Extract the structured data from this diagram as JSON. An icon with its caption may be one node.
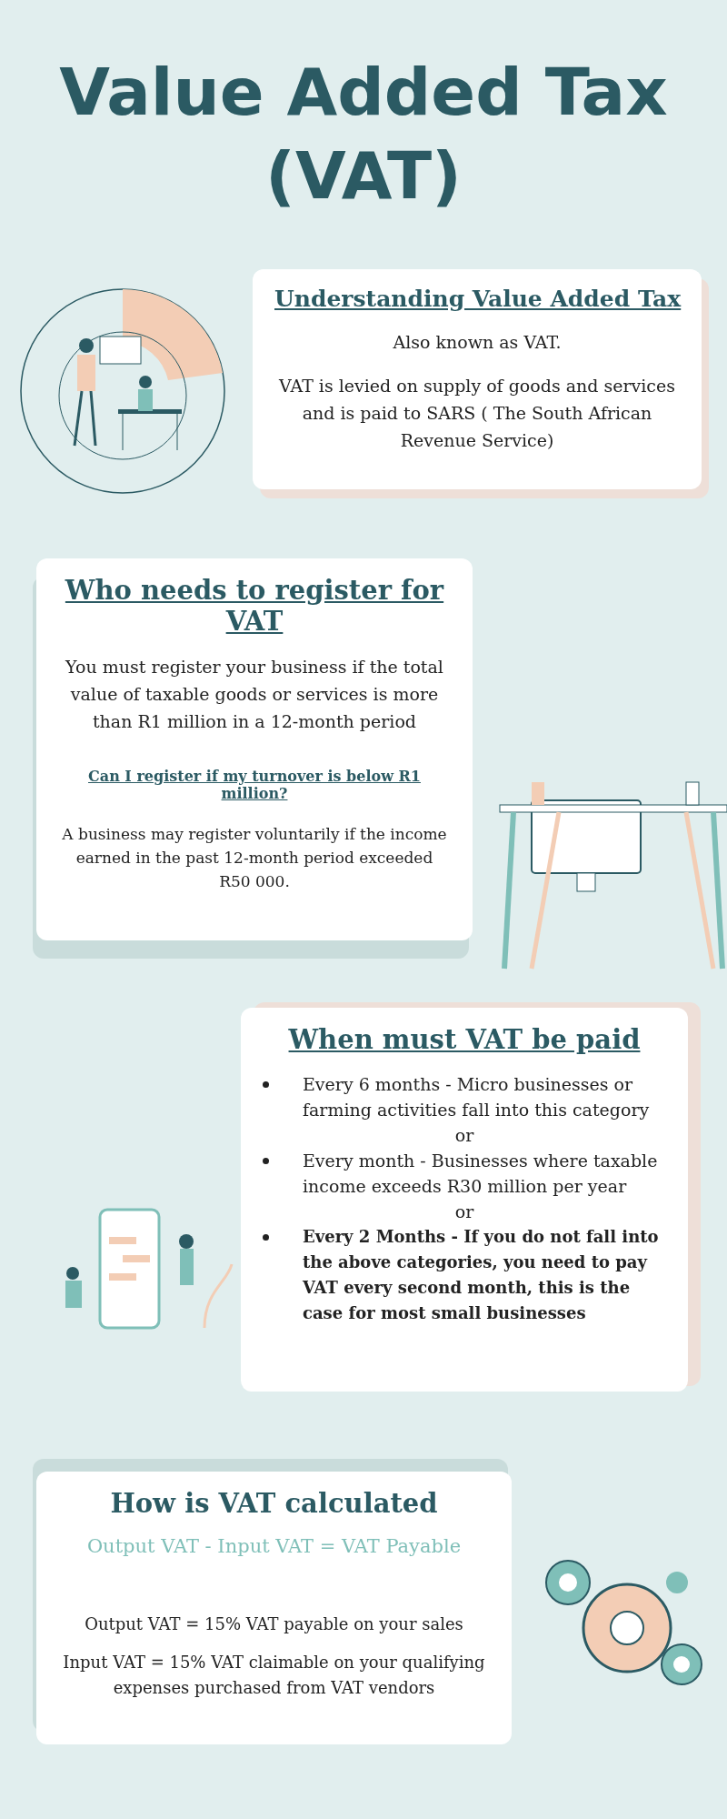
{
  "diagram": {
    "title": "Value Added Tax (VAT)",
    "nodes": [
      {
        "text": [
          "Understanding Value Added Tax",
          "Also known as VAT.",
          "VAT is levied on supply of goods and services and is paid to SARS ( The South African Revenue Service)"
        ]
      },
      {
        "text": [
          "Who needs to register for VAT",
          "You must register your business if the total value of taxable goods or services is more than R1 million in a 12-month period",
          "Can I register if my turnover is below R1 million?",
          "A business may register voluntarily if the income earned in the past 12-month period exceeded R50 000."
        ]
      },
      {
        "text": [
          "When must VAT be paid",
          "Every 6 months - Micro businesses or farming activities fall into this category",
          "or",
          "Every month - Businesses where taxable income exceeds R30 million per year",
          "or",
          "Every 2 Months - If you do not fall into the above categories, you need to pay VAT every second month, this is the case for most small businesses"
        ]
      },
      {
        "text": [
          "How is VAT calculated",
          "Output VAT - Input VAT = VAT Payable",
          "Output VAT = 15% VAT payable on your sales",
          "Input VAT = 15% VAT claimable on your qualifying expenses purchased from VAT vendors"
        ]
      }
    ]
  }
}
